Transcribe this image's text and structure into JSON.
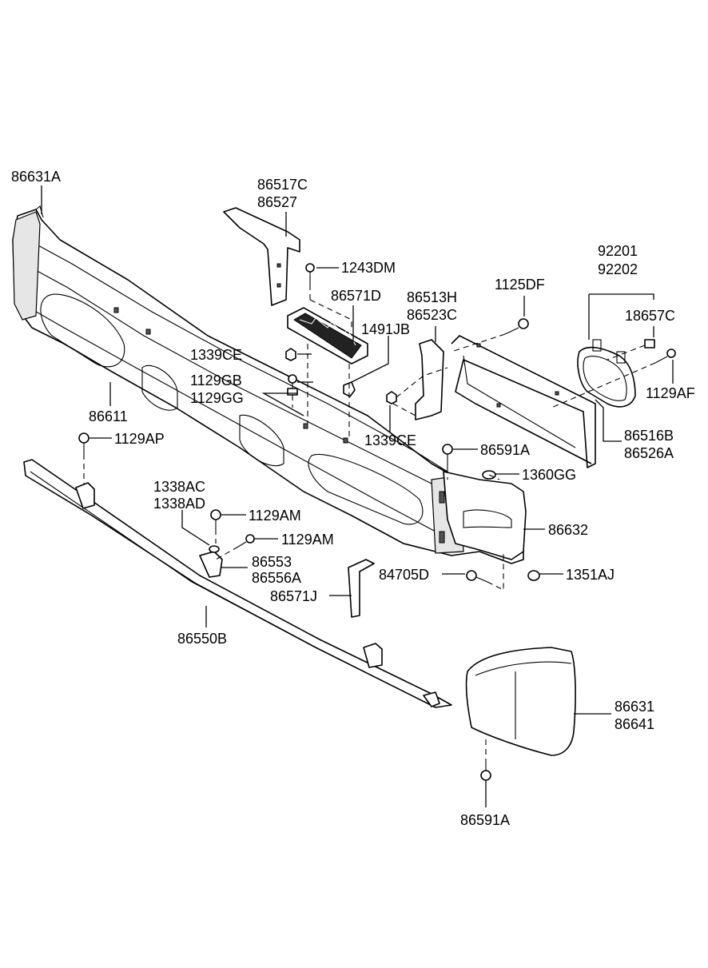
{
  "labels": {
    "p86631A": "86631A",
    "p86517C": "86517C",
    "p86527": "86527",
    "p1243DM": "1243DM",
    "p86571D": "86571D",
    "p86513H": "86513H",
    "p86523C": "86523C",
    "p1125DF": "1125DF",
    "p92201": "92201",
    "p92202": "92202",
    "p18657C": "18657C",
    "p1491JB": "1491JB",
    "p1339CE_a": "1339CE",
    "p1129GB": "1129GB",
    "p1129GG": "1129GG",
    "p1129AF": "1129AF",
    "p86611": "86611",
    "p1339CE_b": "1339CE",
    "p86516B": "86516B",
    "p86526A": "86526A",
    "p1129AP": "1129AP",
    "p86591A_a": "86591A",
    "p1360GG": "1360GG",
    "p1338AC": "1338AC",
    "p1338AD": "1338AD",
    "p1129AM_a": "1129AM",
    "p1129AM_b": "1129AM",
    "p86632": "86632",
    "p86553": "86553",
    "p86556A": "86556A",
    "p84705D": "84705D",
    "p1351AJ": "1351AJ",
    "p86571J": "86571J",
    "p86550B": "86550B",
    "p86631": "86631",
    "p86641": "86641",
    "p86591A_b": "86591A"
  }
}
